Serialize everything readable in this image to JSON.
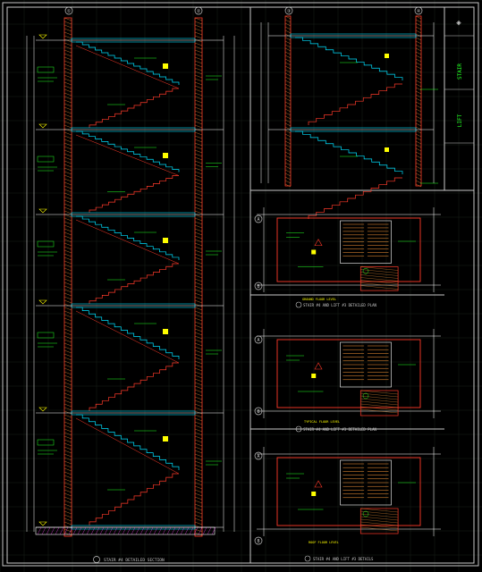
{
  "colors": {
    "background": "#000000",
    "sheet_border": "#c8c8c8",
    "grid": "#1e2a1e",
    "wall": "#ff3a2a",
    "stair": "#00e0ff",
    "annotation": "#22ff22",
    "dimension": "#ffffff",
    "hatch": "#ff9a3a",
    "yellow": "#ffff00",
    "magenta": "#ff40ff"
  },
  "title_block": {
    "label_1": "STAIR",
    "label_2": "LIFT"
  },
  "grid_bubbles_top": [
    "①",
    "②",
    "③",
    "④"
  ],
  "grid_bubbles_left": [
    "A",
    "B"
  ],
  "captions": {
    "section": "STAIR #4 DETAILED SECTION",
    "plan_1_level": "GROUND FLOOR LEVEL",
    "plan_1": "STAIR #4 AND LIFT #3 DETAILED PLAN",
    "plan_2_level": "TYPICAL FLOOR LEVEL",
    "plan_2": "STAIR #4 AND LIFT #3 DETAILED PLAN",
    "plan_3_level": "ROOF FLOOR LEVEL",
    "plan_3": "STAIR #4 AND LIFT #3 DETAILS"
  }
}
